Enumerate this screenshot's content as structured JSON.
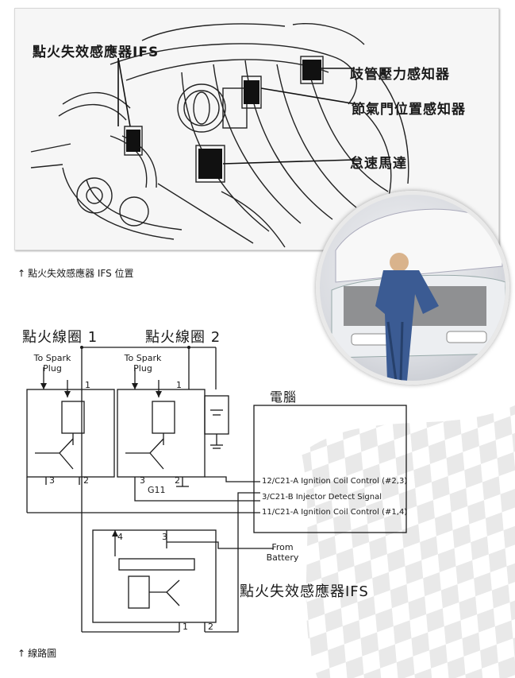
{
  "engine_figure": {
    "labels": {
      "ifs": "點火失效感應器IFS",
      "manifold_sensor": "歧管壓力感知器",
      "throttle_sensor": "節氣門位置感知器",
      "idle_motor": "怠速馬達"
    },
    "caption_arrow": "↑",
    "caption": "點火失效感應器 IFS 位置"
  },
  "circuit": {
    "coil1_title": "點火線圈 1",
    "coil2_title": "點火線圈 2",
    "to_spark_plug_1": "To Spark Plug",
    "to_spark_plug_2": "To Spark Plug",
    "coil1_pins": {
      "p1": "1",
      "p3": "3",
      "p2": "2"
    },
    "coil2_pins": {
      "p1": "1",
      "p3": "3",
      "p2": "2"
    },
    "ground_label": "G11",
    "ecu_title": "電腦",
    "ecu_signals": [
      "12/C21-A Ignition Coil Control (#2,3)",
      "3/C21-B Injector Detect Signal",
      "11/C21-A Ignition Coil Control (#1,4)"
    ],
    "from_battery": "From Battery",
    "ifs_title": "點火失效感應器IFS",
    "ifs_pins": {
      "p4": "4",
      "p3": "3",
      "p1": "1",
      "p2": "2"
    }
  },
  "circuit_caption_arrow": "↑",
  "circuit_caption": "線路圖"
}
